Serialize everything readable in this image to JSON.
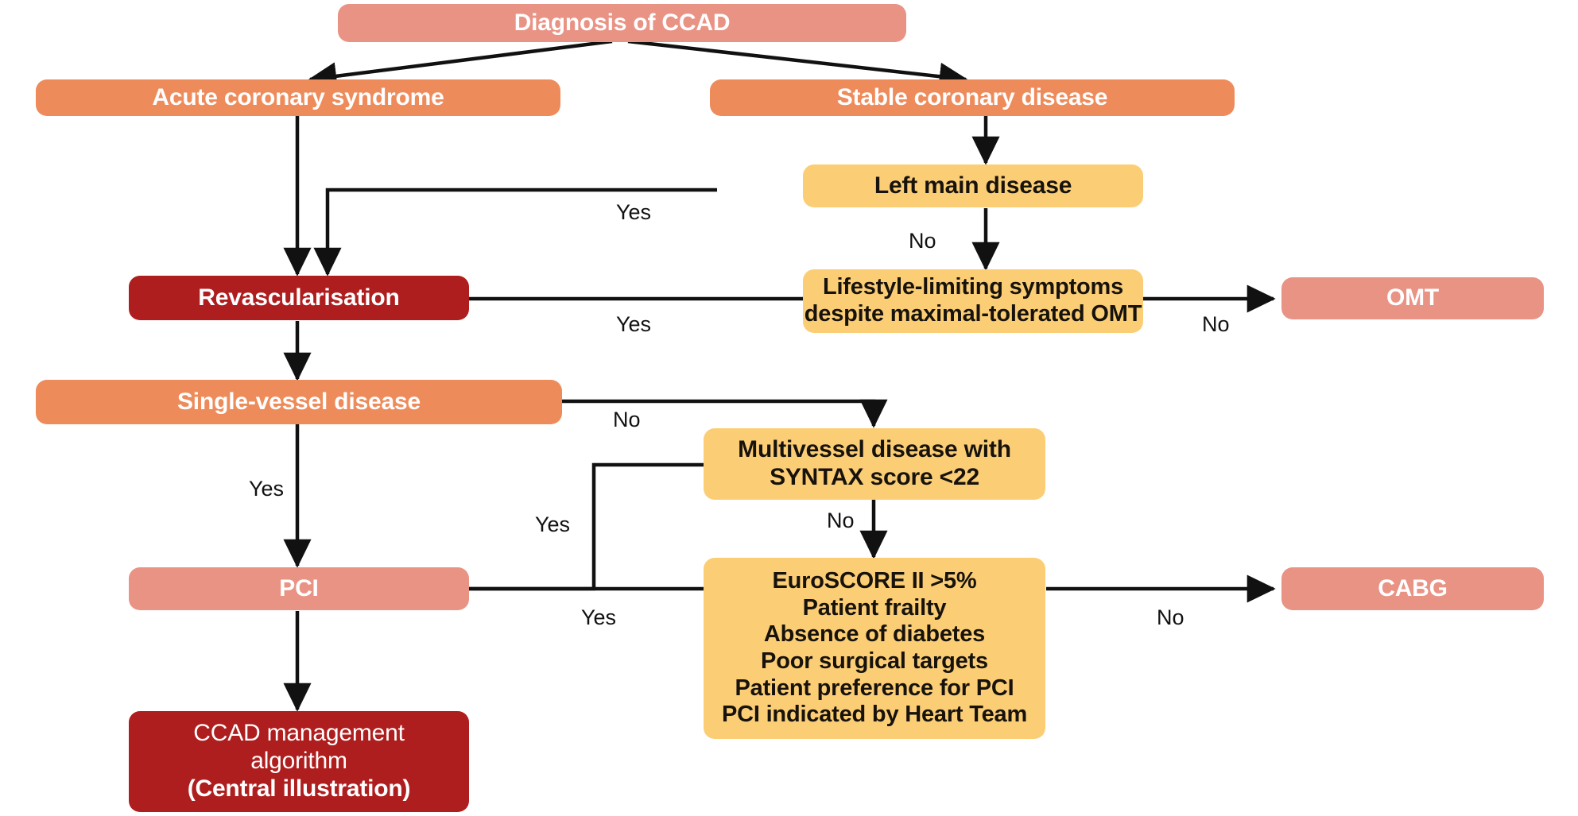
{
  "diagram": {
    "title": "CCAD management decision flowchart",
    "colors": {
      "pink": "#E99385",
      "orange": "#EE8B5B",
      "yellow": "#FBCE76",
      "dark_red": "#AF1E1E",
      "connector": "#111111",
      "background": "#FFFFFF"
    },
    "nodes": [
      {
        "id": "diagnosis",
        "label": "Diagnosis of CCAD",
        "style": "pink"
      },
      {
        "id": "acs",
        "label": "Acute coronary syndrome",
        "style": "orange"
      },
      {
        "id": "stable",
        "label": "Stable coronary disease",
        "style": "orange"
      },
      {
        "id": "leftmain",
        "label": "Left main disease",
        "style": "yellow"
      },
      {
        "id": "lifestyle_l1",
        "label": "Lifestyle-limiting symptoms",
        "style": "yellow"
      },
      {
        "id": "lifestyle_l2",
        "label": "despite maximal-tolerated OMT",
        "style": "yellow"
      },
      {
        "id": "revasc",
        "label": "Revascularisation",
        "style": "dark"
      },
      {
        "id": "omt",
        "label": "OMT",
        "style": "pink"
      },
      {
        "id": "single",
        "label": "Single-vessel disease",
        "style": "orange"
      },
      {
        "id": "multi_l1",
        "label": "Multivessel disease with",
        "style": "yellow"
      },
      {
        "id": "multi_l2",
        "label": "SYNTAX score <22",
        "style": "yellow"
      },
      {
        "id": "euro_l1",
        "label": "EuroSCORE II >5%",
        "style": "yellow"
      },
      {
        "id": "euro_l2",
        "label": "Patient frailty",
        "style": "yellow"
      },
      {
        "id": "euro_l3",
        "label": "Absence of diabetes",
        "style": "yellow"
      },
      {
        "id": "euro_l4",
        "label": "Poor surgical targets",
        "style": "yellow"
      },
      {
        "id": "euro_l5",
        "label": "Patient preference for PCI",
        "style": "yellow"
      },
      {
        "id": "euro_l6",
        "label": "PCI indicated by Heart Team",
        "style": "yellow"
      },
      {
        "id": "pci",
        "label": "PCI",
        "style": "pink"
      },
      {
        "id": "cabg",
        "label": "CABG",
        "style": "pink"
      },
      {
        "id": "final_l1",
        "label": "CCAD management",
        "style": "dark"
      },
      {
        "id": "final_l2",
        "label": "algorithm",
        "style": "dark"
      },
      {
        "id": "final_l3",
        "label": "(Central illustration)",
        "style": "dark"
      }
    ],
    "edge_labels": [
      {
        "id": "leftmain_yes",
        "text": "Yes"
      },
      {
        "id": "leftmain_no",
        "text": "No"
      },
      {
        "id": "lifestyle_yes",
        "text": "Yes"
      },
      {
        "id": "lifestyle_no",
        "text": "No"
      },
      {
        "id": "single_yes",
        "text": "Yes"
      },
      {
        "id": "single_no",
        "text": "No"
      },
      {
        "id": "multi_yes",
        "text": "Yes"
      },
      {
        "id": "multi_no",
        "text": "No"
      },
      {
        "id": "euro_yes",
        "text": "Yes"
      },
      {
        "id": "euro_no",
        "text": "No"
      }
    ]
  }
}
